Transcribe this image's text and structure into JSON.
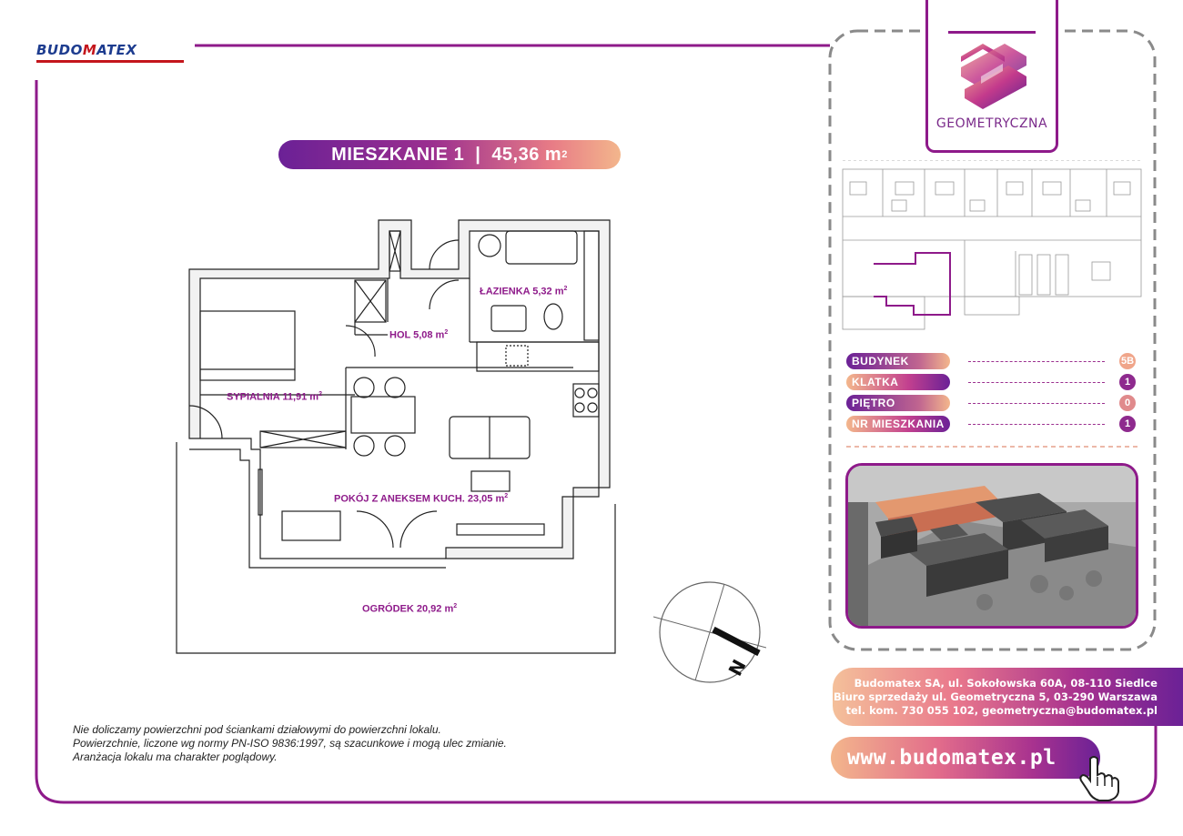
{
  "logo": {
    "part1": "BUDO",
    "part2": "M",
    "part3": "ATEX"
  },
  "title": {
    "apartment": "MIESZKANIE 1",
    "separator": "|",
    "area": "45,36 m",
    "sup": "2"
  },
  "rooms": [
    {
      "name": "ŁAZIENKA 5,32 m",
      "sup": "2"
    },
    {
      "name": "HOL 5,08 m",
      "sup": "2"
    },
    {
      "name": "SYPIALNIA 11,91 m",
      "sup": "2"
    },
    {
      "name": "POKÓJ Z ANEKSEM KUCH. 23,05 m",
      "sup": "2"
    },
    {
      "name": "OGRÓDEK 20,92 m",
      "sup": "2"
    }
  ],
  "compass": {
    "label": "N"
  },
  "notes": [
    "Nie doliczamy powierzchni pod ściankami działowymi do powierzchni lokalu.",
    "Powierzchnie, liczone wg normy PN-ISO 9836:1997, są szacunkowe i mogą ulec zmianie.",
    "Aranżacja lokalu ma charakter poglądowy."
  ],
  "brand": {
    "name": "GEOMETRYCZNA"
  },
  "info": [
    {
      "label": "BUDYNEK",
      "value": "5B"
    },
    {
      "label": "KLATKA",
      "value": "1"
    },
    {
      "label": "PIĘTRO",
      "value": "0"
    },
    {
      "label": "NR MIESZKANIA",
      "value": "1"
    }
  ],
  "contact": {
    "line1": "Budomatex SA, ul. Sokołowska 60A, 08-110 Siedlce",
    "line2": "Biuro sprzedaży ul. Geometryczna 5, 03-290 Warszawa",
    "line3": "tel. kom. 730 055 102, geometryczna@budomatex.pl"
  },
  "website": "www.budomatex.pl",
  "colors": {
    "purple": "#8e1a8a",
    "violet": "#6b2196",
    "peach": "#f3b68c",
    "pink": "#e26c8b"
  }
}
